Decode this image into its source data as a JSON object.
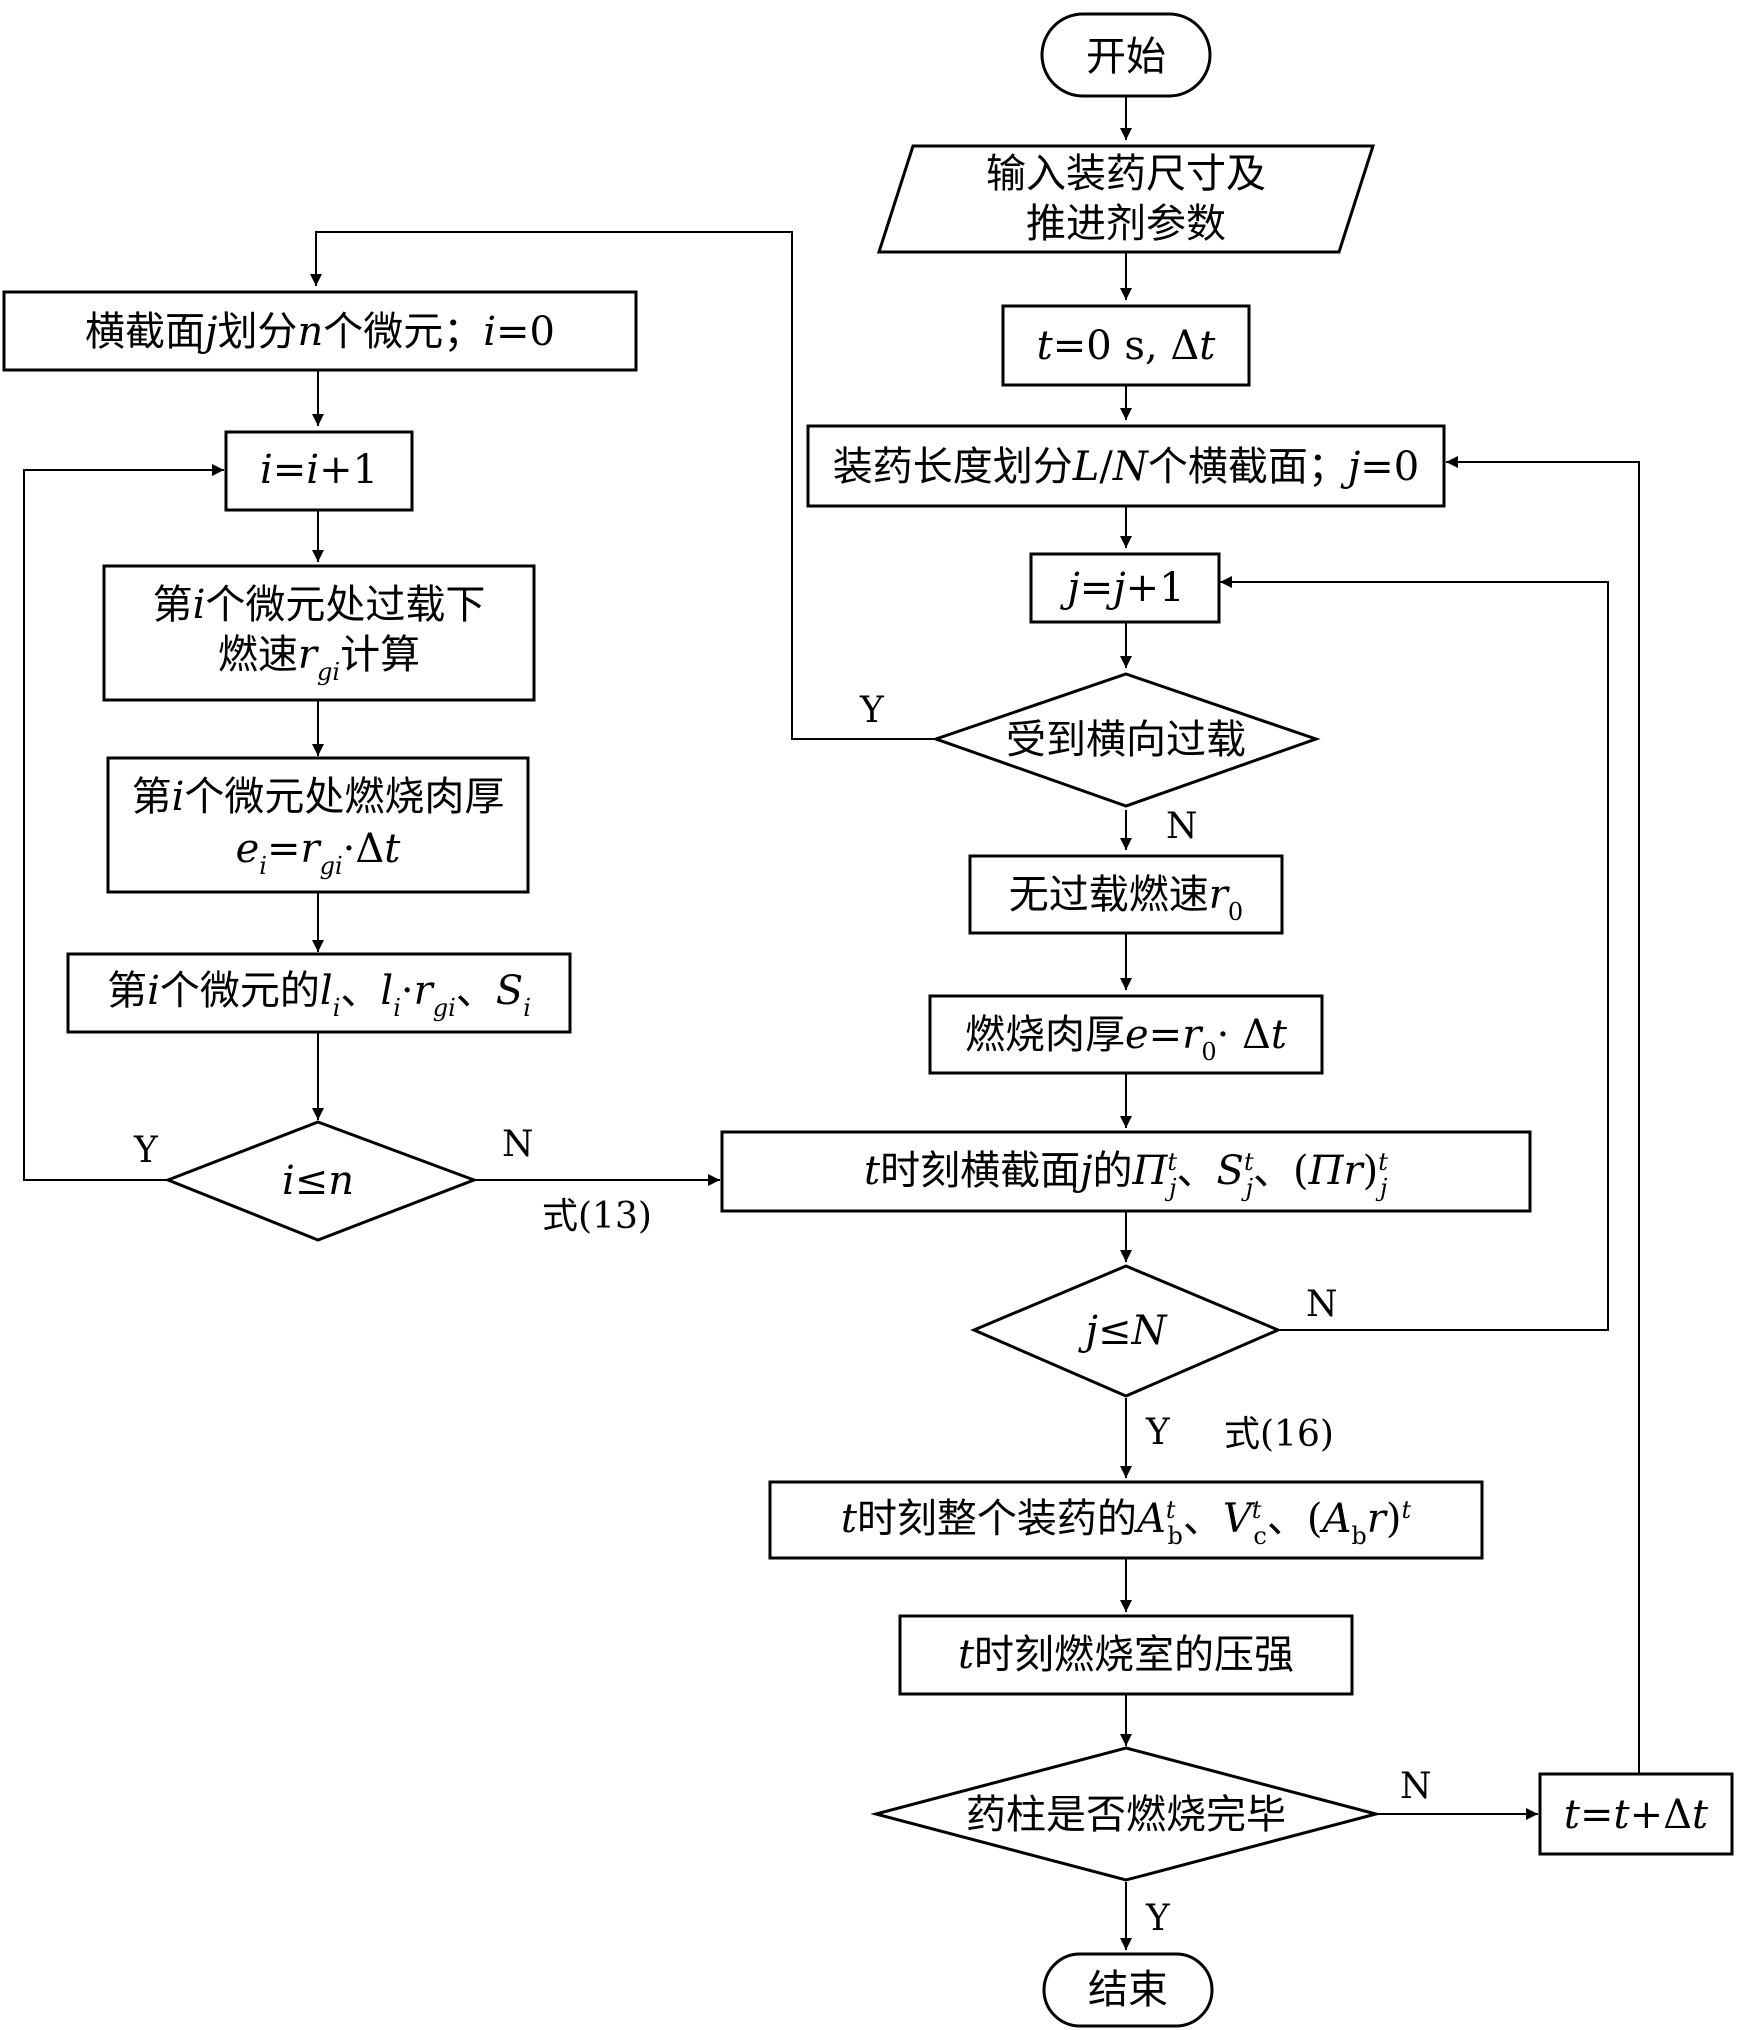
{
  "nodes": {
    "start": "开始",
    "input": [
      "输入装药尺寸及",
      "推进剂参数"
    ],
    "t_init": [
      "t",
      "=0 s, Δ",
      "t"
    ],
    "length_div": [
      "装药长度划分",
      "L",
      "/",
      "N",
      "个横截面；",
      "j",
      "=0"
    ],
    "j_incr": [
      "j",
      "=",
      "j",
      "+1"
    ],
    "lateral_check": "受到横向过载",
    "burn_rate_no_overload": [
      "无过载燃速",
      "r",
      "0"
    ],
    "burn_thickness": [
      "燃烧肉厚",
      "e",
      "=",
      "r",
      "0",
      "· Δ",
      "t"
    ],
    "section_calc": [
      "t",
      "时刻横截面",
      "j",
      "的",
      "Π",
      "t",
      "j",
      "、",
      "S",
      "t",
      "j",
      "、(",
      "Πr",
      ")",
      "t",
      "j"
    ],
    "j_check": [
      "j",
      "≤",
      "N"
    ],
    "total_calc": [
      "t",
      "时刻整个装药的",
      "A",
      "t",
      "b",
      "、",
      "V",
      "t",
      "c",
      "、(",
      "A",
      "b",
      "r",
      ")",
      "t"
    ],
    "pressure": [
      "t",
      "时刻燃烧室的压强"
    ],
    "burn_out_check": "药柱是否燃烧完毕",
    "t_incr": [
      "t",
      "=",
      "t",
      "+Δ",
      "t"
    ],
    "end": "结束",
    "sub_div": [
      "横截面",
      "j",
      "划分",
      "n",
      "个微元；",
      "i",
      "=0"
    ],
    "i_incr": [
      "i",
      "=",
      "i",
      "+1"
    ],
    "overload_rate": [
      "第",
      "i",
      "个微元处过载下",
      "燃速",
      "r",
      "gi",
      "计算"
    ],
    "micro_thickness": [
      "第",
      "i",
      "个微元处燃烧肉厚",
      "e",
      "i",
      "=",
      "r",
      "gi",
      "·Δ",
      "t"
    ],
    "micro_props": [
      "第",
      "i",
      "个微元的",
      "l",
      "i",
      "、",
      "l",
      "i",
      "·",
      "r",
      "gi",
      "、",
      "S",
      "i"
    ],
    "i_check": [
      "i",
      "≤",
      "n"
    ]
  },
  "edge_labels": {
    "lateral_yes": "Y",
    "lateral_no": "N",
    "i_yes": "Y",
    "i_no": "N",
    "i_no_ref": "式(13)",
    "j_no": "N",
    "j_yes": "Y",
    "j_yes_ref": "式(16)",
    "burn_no": "N",
    "burn_yes": "Y"
  }
}
